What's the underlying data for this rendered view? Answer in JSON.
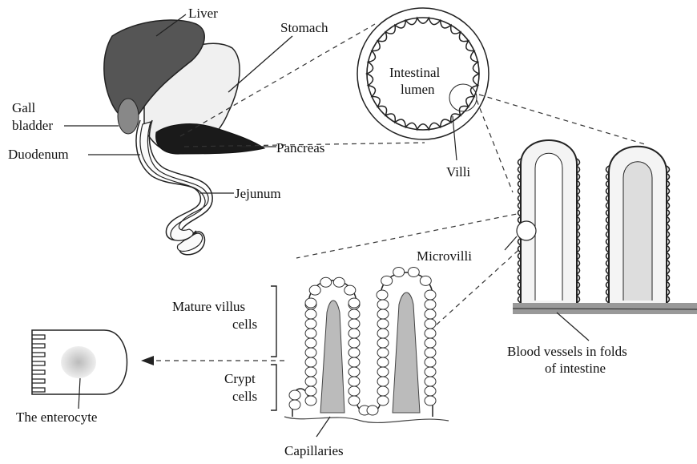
{
  "labels": {
    "liver": "Liver",
    "stomach": "Stomach",
    "gall_bladder_1": "Gall",
    "gall_bladder_2": "bladder",
    "pancreas": "Pancreas",
    "duodenum": "Duodenum",
    "jejunum": "Jejunum",
    "intestinal_lumen_1": "Intestinal",
    "intestinal_lumen_2": "lumen",
    "villi": "Villi",
    "microvilli": "Microvilli",
    "mature_villus_1": "Mature villus",
    "mature_villus_2": "cells",
    "crypt_1": "Crypt",
    "crypt_2": "cells",
    "blood_vessels_1": "Blood vessels in folds",
    "blood_vessels_2": "of intestine",
    "enterocyte": "The enterocyte",
    "capillaries": "Capillaries"
  }
}
